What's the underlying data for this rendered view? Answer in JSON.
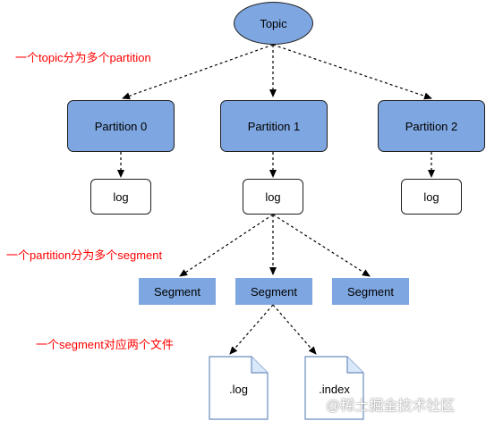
{
  "root": {
    "label": "Topic"
  },
  "annotations": {
    "topic_to_partition": "一个topic分为多个partition",
    "partition_to_segment": "一个partition分为多个segment",
    "segment_to_files": "一个segment对应两个文件"
  },
  "partitions": [
    {
      "label": "Partition 0",
      "log": "log"
    },
    {
      "label": "Partition 1",
      "log": "log"
    },
    {
      "label": "Partition 2",
      "log": "log"
    }
  ],
  "segments": [
    "Segment",
    "Segment",
    "Segment"
  ],
  "files": [
    ".log",
    ".index"
  ],
  "watermark": "@稀土掘金技术社区",
  "colors": {
    "node_fill": "#7ea6e0",
    "note_text": "#ff0000",
    "stroke": "#000000"
  }
}
